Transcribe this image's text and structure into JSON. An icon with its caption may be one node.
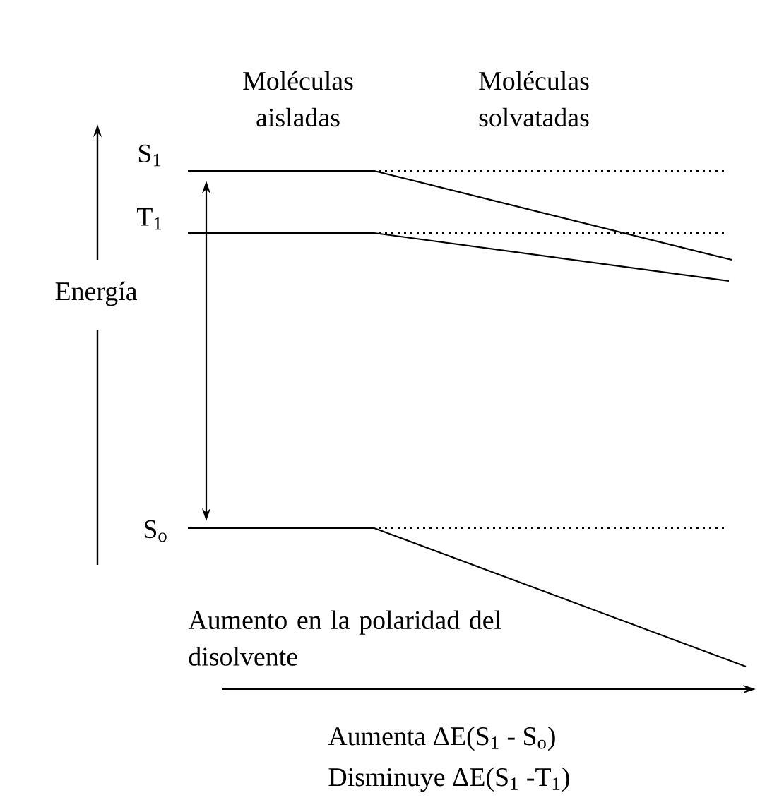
{
  "diagram": {
    "labels": [
      "Moléculas aisladas",
      "Moléculas solvatadas",
      "S$_{1}$",
      "T$_{1}$",
      "Energía",
      "S$_{o}$",
      "Aumento en la polaridad del disolvente",
      "Aumenta ΔE(S$_{1}$ - S$_{o}$)",
      "Disminuye ΔE(S$_{1}$ -T$_{1}$)"
    ]
  }
}
